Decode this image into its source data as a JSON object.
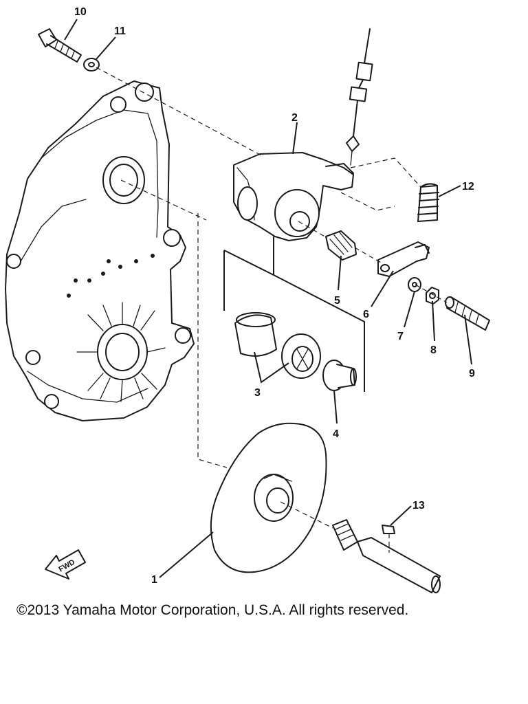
{
  "diagram": {
    "parts": [
      {
        "id": "1",
        "label": "1"
      },
      {
        "id": "2",
        "label": "2"
      },
      {
        "id": "3",
        "label": "3"
      },
      {
        "id": "4",
        "label": "4"
      },
      {
        "id": "5",
        "label": "5"
      },
      {
        "id": "6",
        "label": "6"
      },
      {
        "id": "7",
        "label": "7"
      },
      {
        "id": "8",
        "label": "8"
      },
      {
        "id": "9",
        "label": "9"
      },
      {
        "id": "10",
        "label": "10"
      },
      {
        "id": "11",
        "label": "11"
      },
      {
        "id": "12",
        "label": "12"
      },
      {
        "id": "13",
        "label": "13"
      }
    ],
    "fwd_label": "FWD"
  },
  "footer": {
    "copyright": "©2013 Yamaha Motor Corporation, U.S.A. All rights reserved."
  }
}
